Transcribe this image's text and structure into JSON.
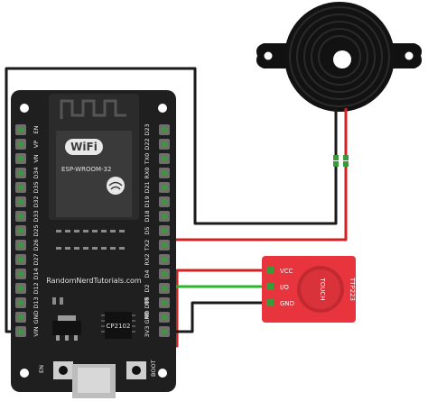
{
  "board": {
    "wifi_logo": "WiFi",
    "module": "ESP-WROOM-32",
    "site": "RandomNerdTutorials.com",
    "usb_chip": "CP2102",
    "left_pins": [
      "EN",
      "VP",
      "VN",
      "D34",
      "D35",
      "D32",
      "D33",
      "D25",
      "D26",
      "D27",
      "D14",
      "D12",
      "D13",
      "GND",
      "VIN"
    ],
    "right_pins": [
      "D23",
      "D22",
      "TX0",
      "RX0",
      "D21",
      "D19",
      "D18",
      "D5",
      "TX2",
      "RX2",
      "D4",
      "D2",
      "D15",
      "GND",
      "3V3"
    ],
    "buttons": [
      "EN",
      "BOOT"
    ]
  },
  "touch_sensor": {
    "pins": [
      "VCC",
      "I/O",
      "GND"
    ],
    "pad_label": "TOUCH",
    "chip": "TTP223"
  },
  "colors": {
    "board": "#1f1f1f",
    "wire_black": "#1a1a1a",
    "wire_red": "#d32020",
    "wire_green": "#2bb52b",
    "sensor": "#e8353d",
    "pin_green": "#3a9a3a"
  },
  "icons": [
    "buzzer-icon",
    "wifi-logo-icon"
  ]
}
